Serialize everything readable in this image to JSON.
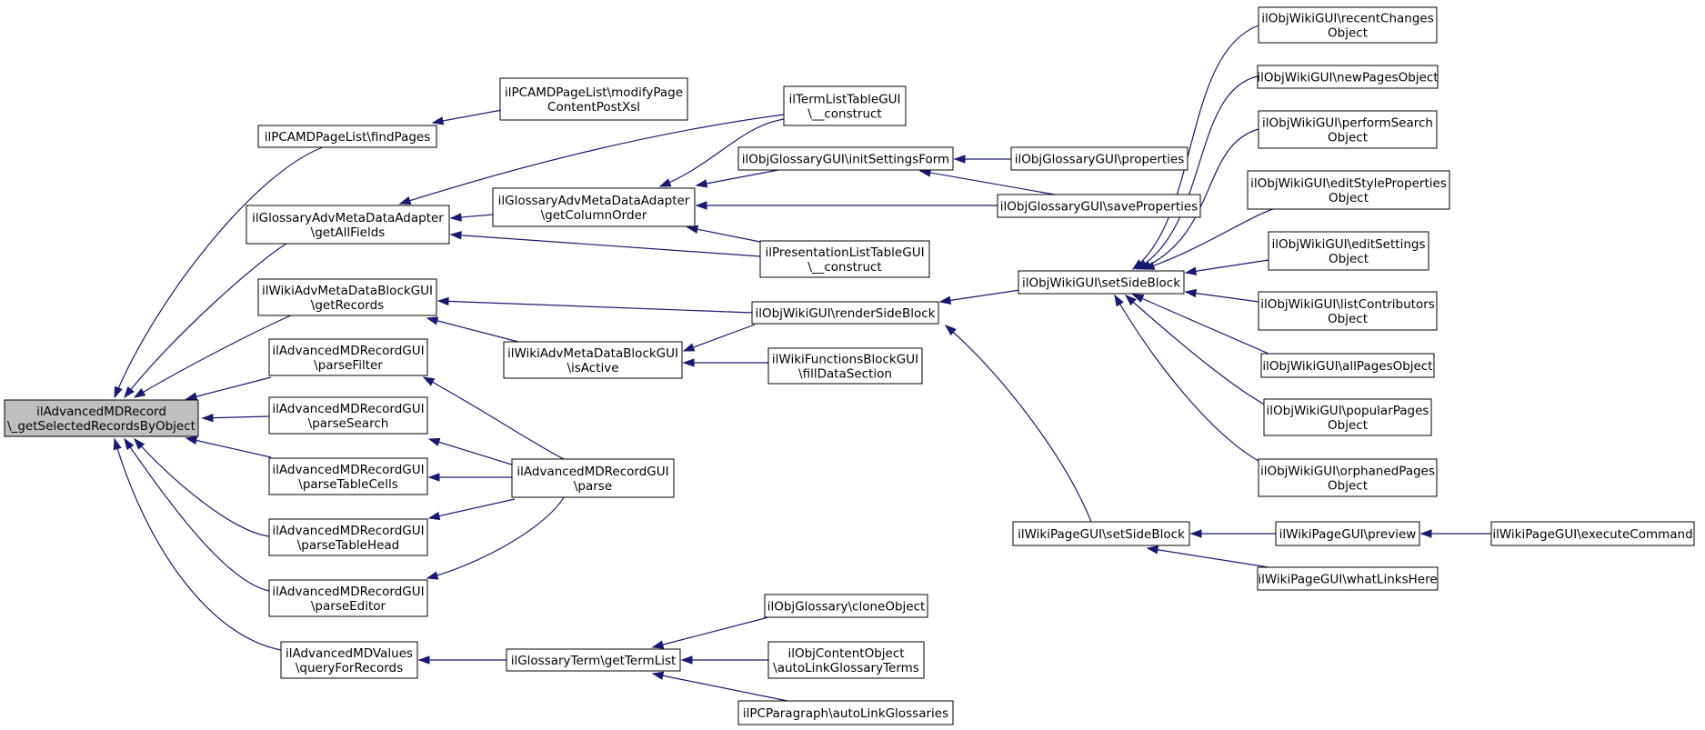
{
  "colors": {
    "edge": "#191970",
    "root_fill": "#bfbfbf",
    "node_fill": "#ffffff",
    "node_stroke": "#000000"
  },
  "nodes": {
    "root": [
      "ilAdvancedMDRecord",
      "\\_getSelectedRecordsByObject"
    ],
    "n_findPages": [
      "ilPCAMDPageList\\findPages"
    ],
    "n_getAllFields": [
      "ilGlossaryAdvMetaDataAdapter",
      "\\getAllFields"
    ],
    "n_getRecords": [
      "ilWikiAdvMetaDataBlockGUI",
      "\\getRecords"
    ],
    "n_parseFilter": [
      "ilAdvancedMDRecordGUI",
      "\\parseFilter"
    ],
    "n_parseSearch": [
      "ilAdvancedMDRecordGUI",
      "\\parseSearch"
    ],
    "n_parseTableCells": [
      "ilAdvancedMDRecordGUI",
      "\\parseTableCells"
    ],
    "n_parseTableHead": [
      "ilAdvancedMDRecordGUI",
      "\\parseTableHead"
    ],
    "n_parseEditor": [
      "ilAdvancedMDRecordGUI",
      "\\parseEditor"
    ],
    "n_queryForRecords": [
      "ilAdvancedMDValues",
      "\\queryForRecords"
    ],
    "n_modifyPage": [
      "ilPCAMDPageList\\modifyPage",
      "ContentPostXsl"
    ],
    "n_getColumnOrder": [
      "ilGlossaryAdvMetaDataAdapter",
      "\\getColumnOrder"
    ],
    "n_isActive": [
      "ilWikiAdvMetaDataBlockGUI",
      "\\isActive"
    ],
    "n_parse": [
      "ilAdvancedMDRecordGUI",
      "\\parse"
    ],
    "n_getTermList": [
      "ilGlossaryTerm\\getTermList"
    ],
    "n_termListConstruct": [
      "ilTermListTableGUI",
      "\\__construct"
    ],
    "n_initSettingsForm": [
      "ilObjGlossaryGUI\\initSettingsForm"
    ],
    "n_presListConstruct": [
      "ilPresentationListTableGUI",
      "\\__construct"
    ],
    "n_renderSideBlock": [
      "ilObjWikiGUI\\renderSideBlock"
    ],
    "n_fillDataSection": [
      "ilWikiFunctionsBlockGUI",
      "\\fillDataSection"
    ],
    "n_cloneObject": [
      "ilObjGlossary\\cloneObject"
    ],
    "n_autoLinkGlossaryTerms": [
      "ilObjContentObject",
      "\\autoLinkGlossaryTerms"
    ],
    "n_autoLinkGlossaries": [
      "ilPCParagraph\\autoLinkGlossaries"
    ],
    "n_properties": [
      "ilObjGlossaryGUI\\properties"
    ],
    "n_saveProperties": [
      "ilObjGlossaryGUI\\saveProperties"
    ],
    "n_setSideBlock": [
      "ilObjWikiGUI\\setSideBlock"
    ],
    "n_wikiPageSetSideBlock": [
      "ilWikiPageGUI\\setSideBlock"
    ],
    "n_recentChanges": [
      "ilObjWikiGUI\\recentChanges",
      "Object"
    ],
    "n_newPages": [
      "ilObjWikiGUI\\newPagesObject"
    ],
    "n_performSearch": [
      "ilObjWikiGUI\\performSearch",
      "Object"
    ],
    "n_editStyleProperties": [
      "ilObjWikiGUI\\editStyleProperties",
      "Object"
    ],
    "n_editSettings": [
      "ilObjWikiGUI\\editSettings",
      "Object"
    ],
    "n_listContributors": [
      "ilObjWikiGUI\\listContributors",
      "Object"
    ],
    "n_allPages": [
      "ilObjWikiGUI\\allPagesObject"
    ],
    "n_popularPages": [
      "ilObjWikiGUI\\popularPages",
      "Object"
    ],
    "n_orphanedPages": [
      "ilObjWikiGUI\\orphanedPages",
      "Object"
    ],
    "n_preview": [
      "ilWikiPageGUI\\preview"
    ],
    "n_whatLinksHere": [
      "ilWikiPageGUI\\whatLinksHere"
    ],
    "n_executeCommand": [
      "ilWikiPageGUI\\executeCommand"
    ]
  }
}
